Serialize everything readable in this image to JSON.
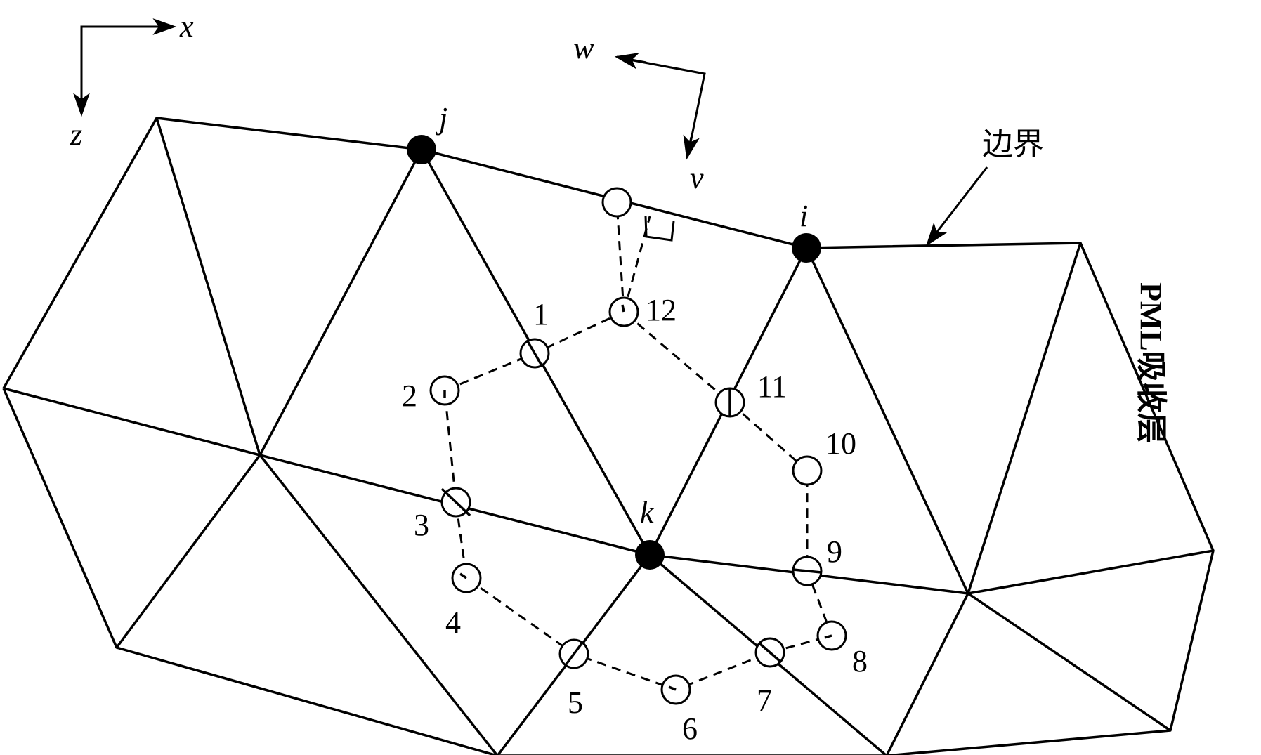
{
  "axes": {
    "x_label": "x",
    "z_label": "z"
  },
  "local_axes": {
    "w_label": "w",
    "v_label": "v"
  },
  "nodes": [
    {
      "id": "j",
      "label": "j"
    },
    {
      "id": "i",
      "label": "i"
    },
    {
      "id": "k",
      "label": "k"
    }
  ],
  "sample_points": [
    "1",
    "2",
    "3",
    "4",
    "5",
    "6",
    "7",
    "8",
    "9",
    "10",
    "11",
    "12"
  ],
  "boundary_label": "边界",
  "pml_label": "PML吸收层"
}
